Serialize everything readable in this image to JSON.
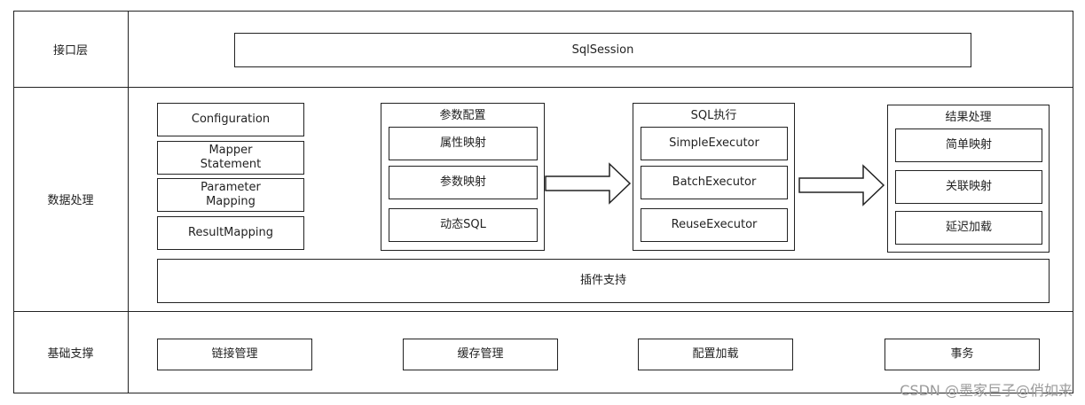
{
  "layers": {
    "interface": "接口层",
    "data": "数据处理",
    "base": "基础支撑"
  },
  "interface_layer": {
    "session": "SqlSession"
  },
  "data_layer": {
    "config_boxes": [
      "Configuration",
      "Mapper\nStatement",
      "Parameter\nMapping",
      "ResultMapping"
    ],
    "param_group": {
      "title": "参数配置",
      "items": [
        "属性映射",
        "参数映射",
        "动态SQL"
      ]
    },
    "exec_group": {
      "title": "SQL执行",
      "items": [
        "SimpleExecutor",
        "BatchExecutor",
        "ReuseExecutor"
      ]
    },
    "result_group": {
      "title": "结果处理",
      "items": [
        "简单映射",
        "关联映射",
        "延迟加载"
      ]
    },
    "plugin": "插件支持"
  },
  "base_layer": {
    "items": [
      "链接管理",
      "缓存管理",
      "配置加载",
      "事务"
    ]
  },
  "watermark": "CSDN @墨家巨子@俏如来"
}
